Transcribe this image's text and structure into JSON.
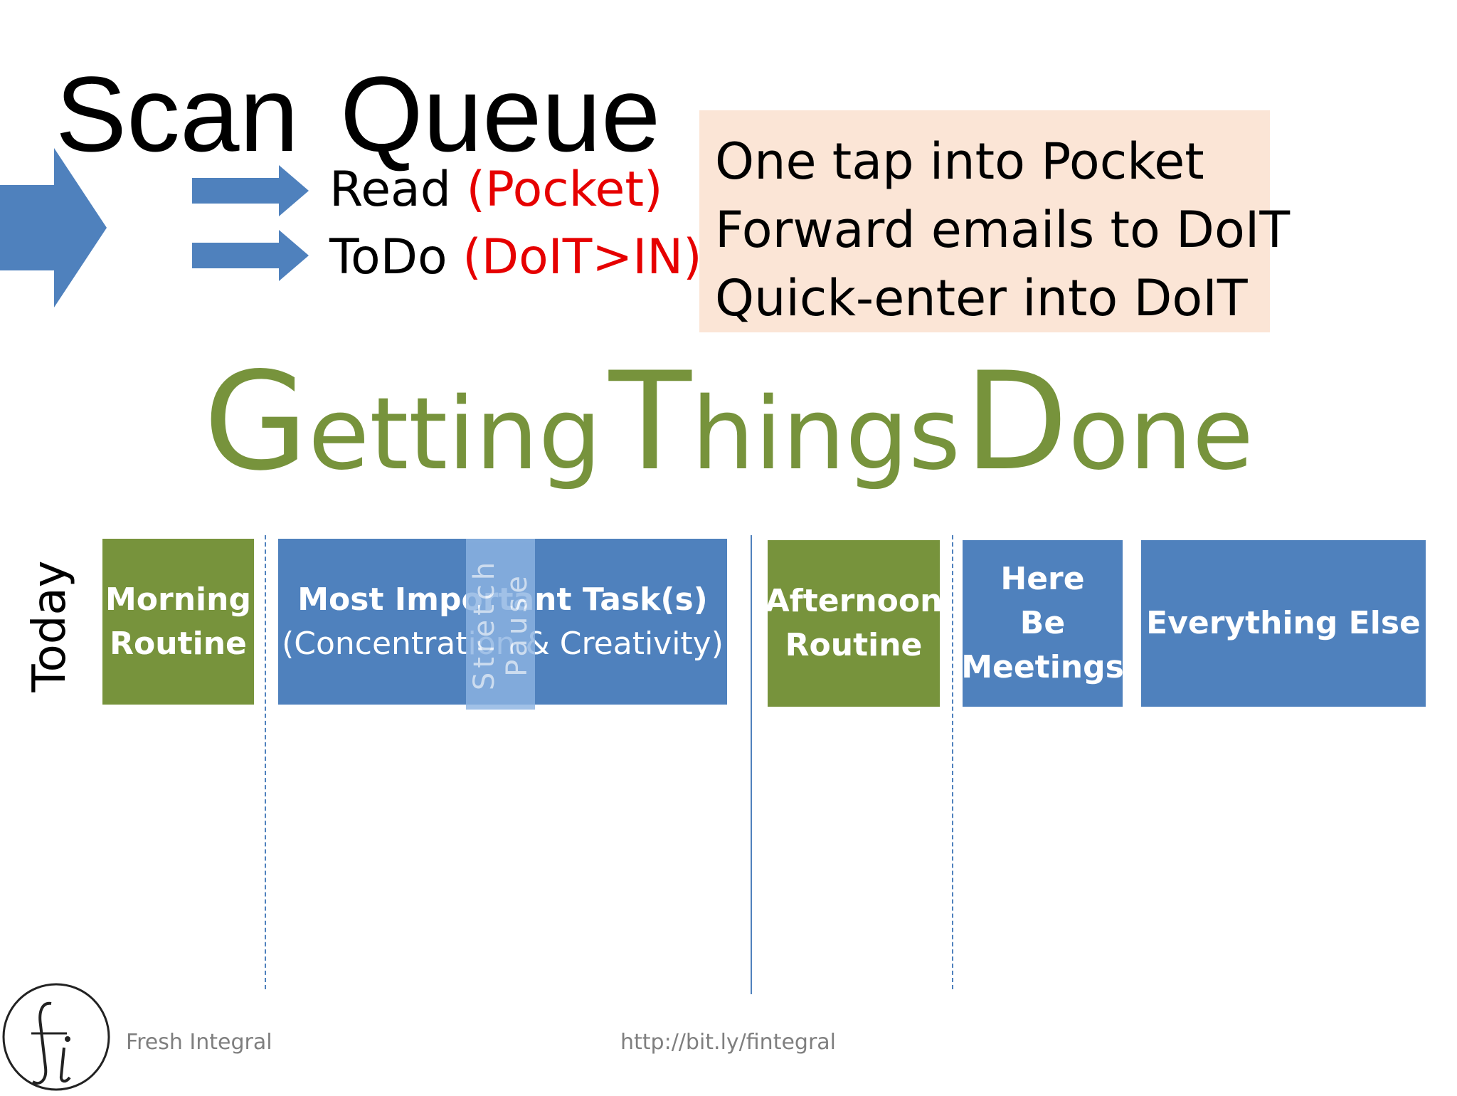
{
  "header": {
    "scan": "Scan",
    "queue": "Queue"
  },
  "queue": {
    "read_label": "Read",
    "read_target": "(Pocket)",
    "todo_label": "ToDo",
    "todo_target": "(DoIT>IN)"
  },
  "tips": [
    "One tap into Pocket",
    "Forward emails to DoIT",
    "Quick-enter into DoIT"
  ],
  "title": {
    "g": "G",
    "etting": "etting",
    "t": "T",
    "hings": "hings",
    "d": "D",
    "one": "one"
  },
  "today_label": "Today",
  "blocks": {
    "morning": {
      "line1": "Morning",
      "line2": "Routine"
    },
    "mit": {
      "line1": "Most Important Task(s)",
      "line2": "(Concentration & Creativity)"
    },
    "stretch": {
      "line1": "Stretch",
      "line2": "Pause"
    },
    "afternoon": {
      "line1": "Afternoon",
      "line2": "Routine"
    },
    "meetings": {
      "line1": "Here",
      "line2": "Be",
      "line3": "Meetings"
    },
    "everything": {
      "label": "Everything Else"
    }
  },
  "colors": {
    "green": "#77933c",
    "blue": "#4f81bd",
    "light_blue": "#8db4e2",
    "red": "#e60000",
    "peach": "#fbe5d6"
  },
  "footer": {
    "brand": "Fresh Integral",
    "url": "http://bit.ly/fintegral",
    "logo_letters": "fi"
  }
}
